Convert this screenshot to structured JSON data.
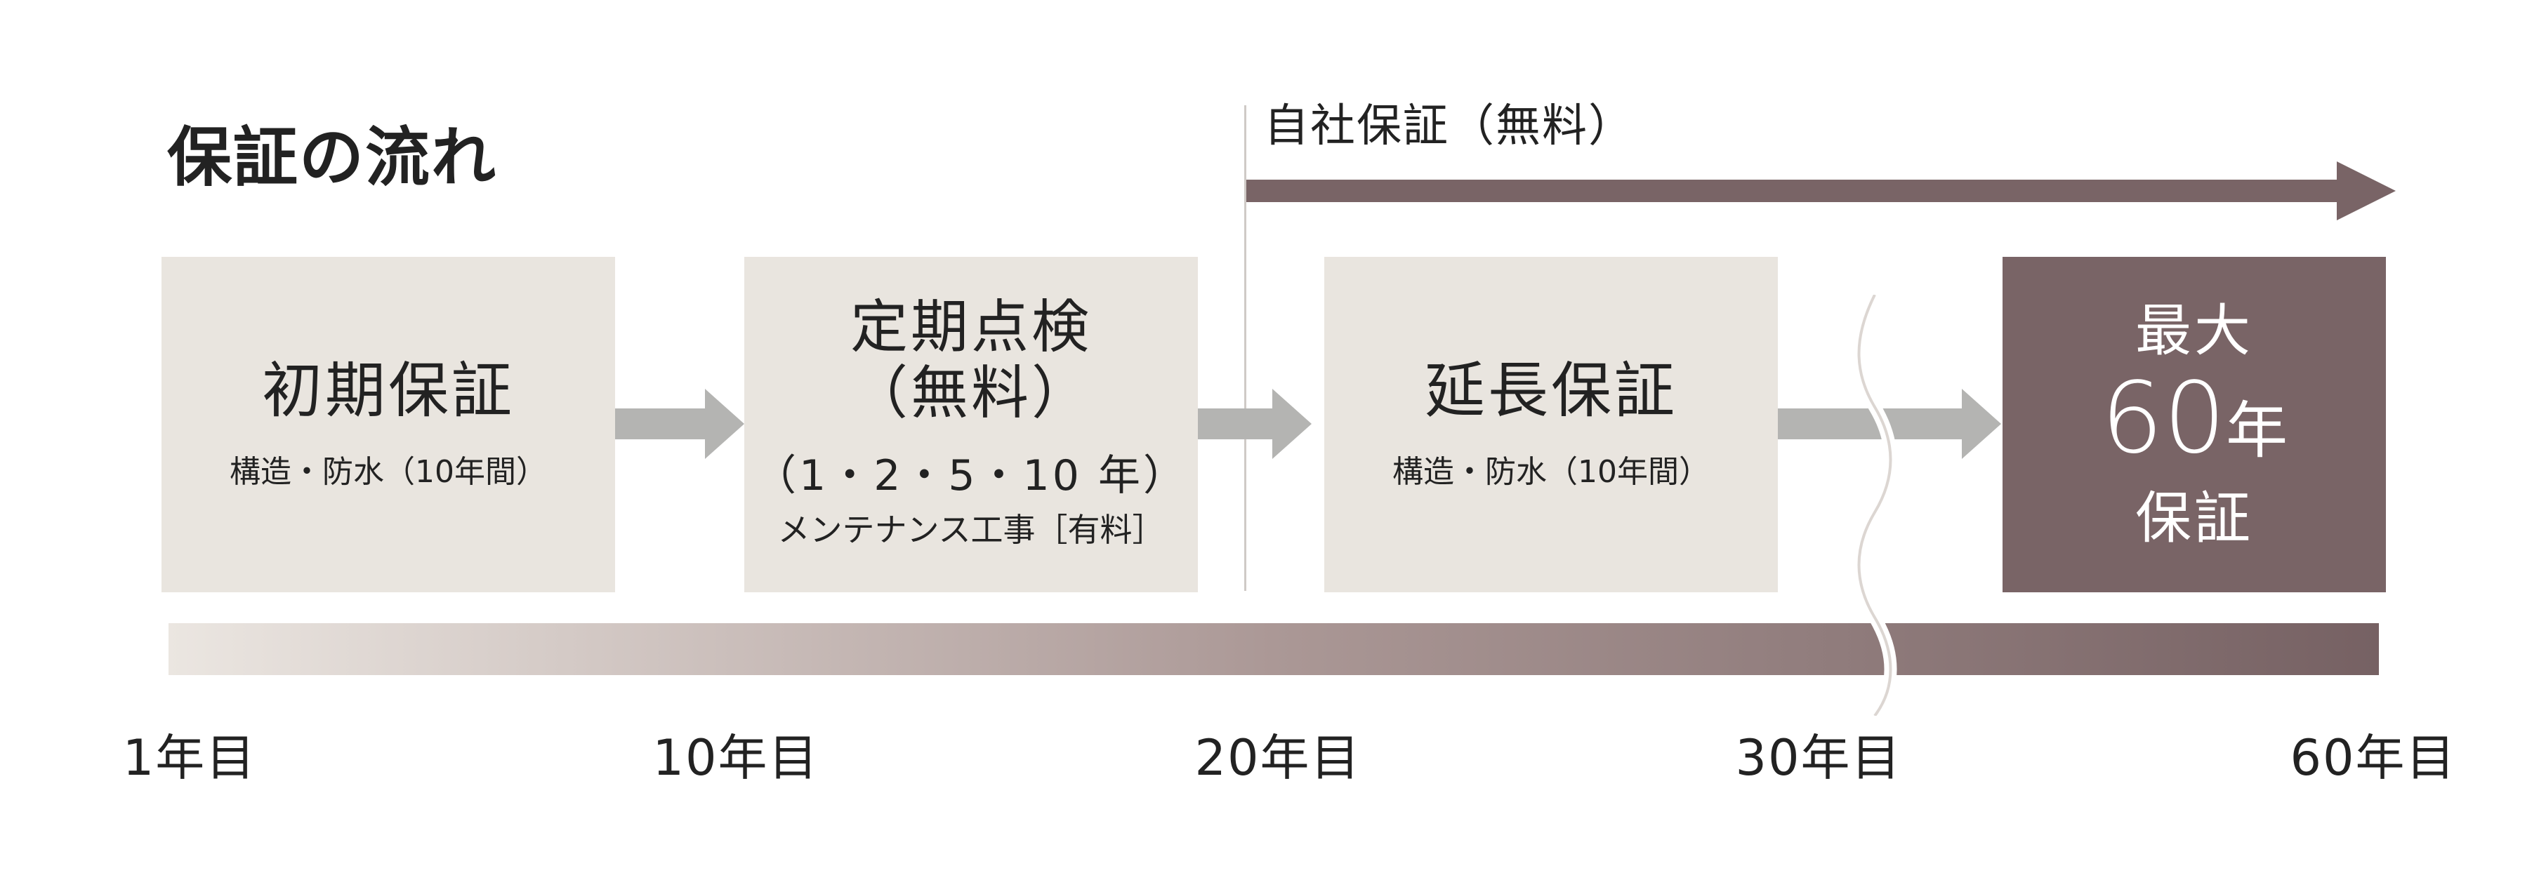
{
  "title": "保証の流れ",
  "self_warranty": {
    "label": "自社保証（無料）",
    "color": "#796466"
  },
  "steps": {
    "initial": {
      "title": "初期保証",
      "detail": "構造・防水（10年間）"
    },
    "inspection": {
      "title_line1": "定期点検",
      "title_line2": "（無料）",
      "schedule": "（1・2・5・10 年）",
      "detail": "メンテナンス工事［有料］"
    },
    "extended": {
      "title": "延長保証",
      "detail": "構造・防水（10年間）"
    },
    "max": {
      "line1": "最大",
      "number": "60",
      "year": "年",
      "line3": "保証"
    }
  },
  "timeline": {
    "gradient_start": "#ebe6e1",
    "gradient_end": "#766163",
    "labels": [
      "1年目",
      "10年目",
      "20年目",
      "30年目",
      "60年目"
    ]
  },
  "colors": {
    "box": "#e9e5df",
    "accent": "#796466",
    "arrow": "#b4b4b2"
  },
  "icons": [
    "long-arrow-right-icon",
    "arrow-right-icon",
    "wavy-break-line-icon"
  ]
}
